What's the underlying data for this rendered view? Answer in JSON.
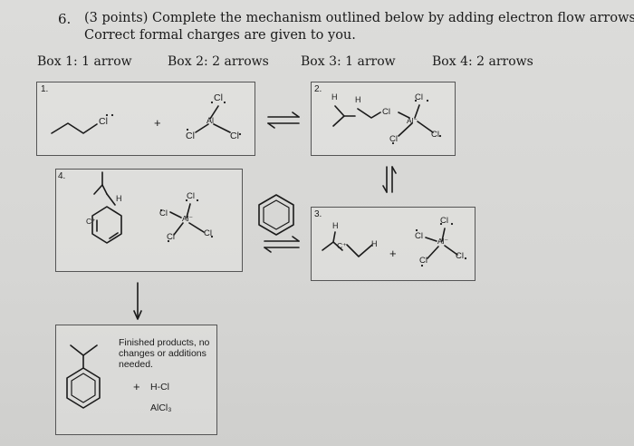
{
  "question": {
    "number": "6.",
    "line1": "(3 points) Complete the mechanism outlined below by adding electron flow arrows.",
    "line2": "Correct formal charges are given to you."
  },
  "box_labels": [
    "Box 1: 1 arrow",
    "Box 2: 2 arrows",
    "Box 3: 1 arrow",
    "Box 4: 2 arrows"
  ],
  "panels": {
    "p1": "1.",
    "p2": "2.",
    "p3": "3.",
    "p4": "4."
  },
  "atoms": {
    "cl": "Cl",
    "al": "Al",
    "al_minus": "Al⁻",
    "h": "H",
    "c_plus": "C⁺",
    "plus": "+"
  },
  "finished": {
    "note": [
      "Finished products, no",
      "changes or additions",
      "needed."
    ],
    "plus": "+",
    "hcl": "H-Cl",
    "alcl3": "AlCl₃"
  }
}
